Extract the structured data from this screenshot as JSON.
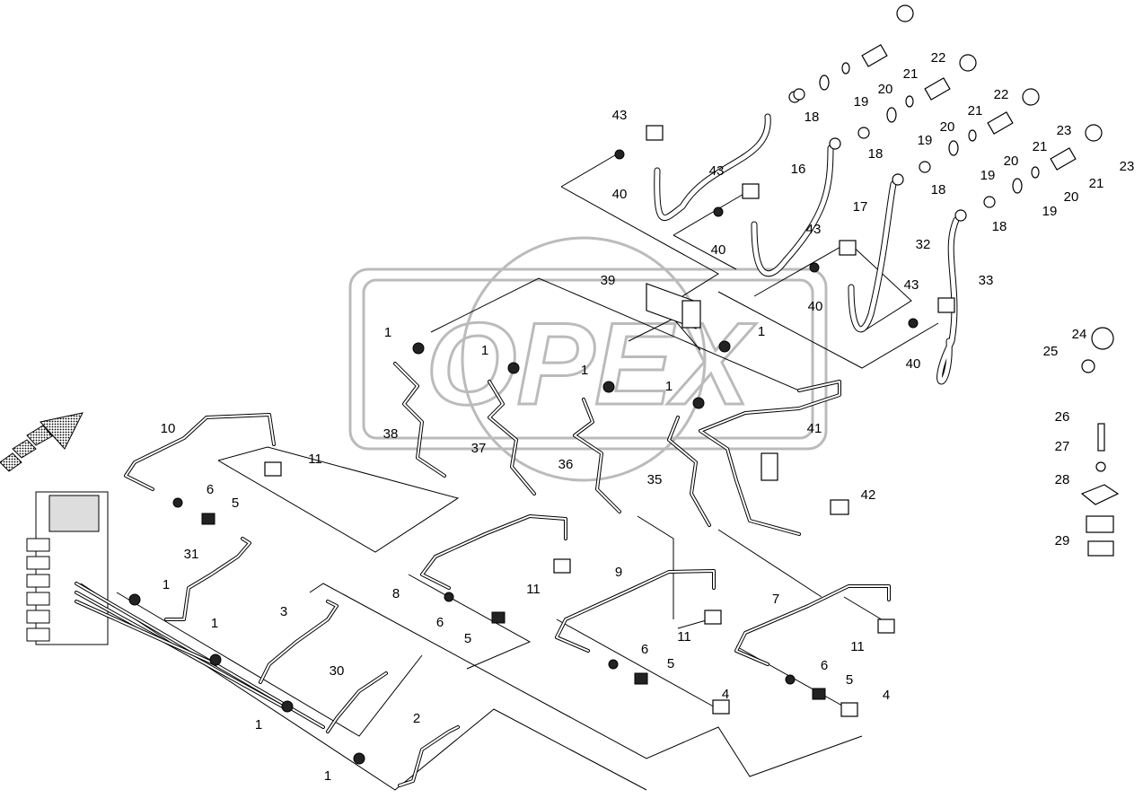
{
  "diagram": {
    "watermark": "OPEX",
    "callouts": [
      "43",
      "40",
      "16",
      "18",
      "19",
      "20",
      "21",
      "22",
      "22",
      "21",
      "20",
      "19",
      "18",
      "17",
      "43",
      "40",
      "43",
      "40",
      "32",
      "18",
      "19",
      "20",
      "21",
      "23",
      "23",
      "21",
      "20",
      "19",
      "18",
      "33",
      "43",
      "40",
      "39",
      "1",
      "1",
      "1",
      "1",
      "1",
      "41",
      "24",
      "25",
      "26",
      "27",
      "28",
      "29",
      "42",
      "10",
      "11",
      "6",
      "5",
      "31",
      "38",
      "37",
      "36",
      "35",
      "8",
      "6",
      "5",
      "11",
      "9",
      "11",
      "7",
      "11",
      "6",
      "5",
      "4",
      "6",
      "5",
      "4",
      "1",
      "1",
      "3",
      "30",
      "1",
      "2",
      "1"
    ],
    "direction_arrow_icon": "arrow-up-right-icon"
  }
}
